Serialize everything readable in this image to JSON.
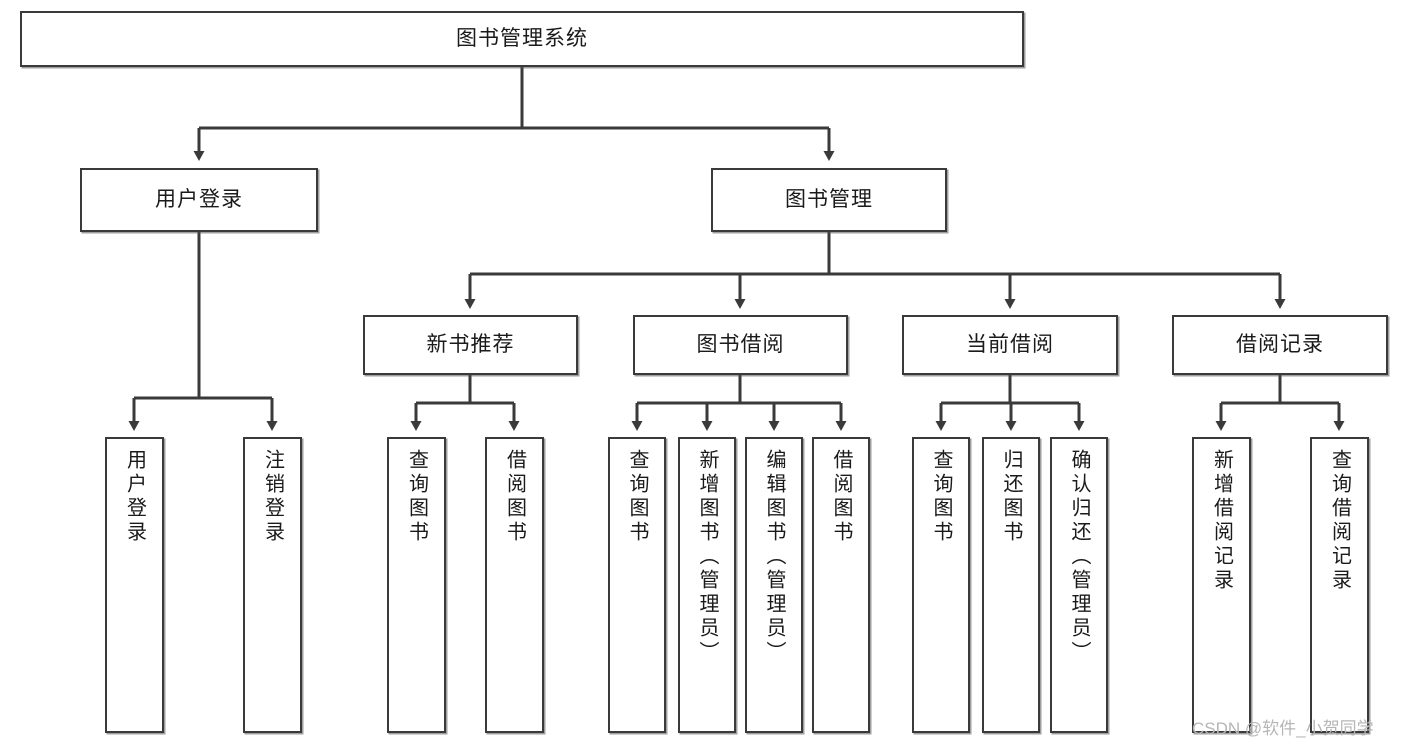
{
  "diagram": {
    "type": "tree",
    "title": "图书管理系统",
    "watermark": "CSDN @软件_小贺同学",
    "colors": {
      "background": "#ffffff",
      "box_border": "#3a3a3a",
      "box_fill": "#ffffff",
      "connector": "#3a3a3a",
      "text": "#1a1a1a",
      "watermark": "#b6b6b6"
    },
    "root": {
      "label": "图书管理系统",
      "children": [
        {
          "label": "用户登录",
          "children": [
            {
              "label": "用户登录"
            },
            {
              "label": "注销登录"
            }
          ]
        },
        {
          "label": "图书管理",
          "children": [
            {
              "label": "新书推荐",
              "children": [
                {
                  "label": "查询图书"
                },
                {
                  "label": "借阅图书"
                }
              ]
            },
            {
              "label": "图书借阅",
              "children": [
                {
                  "label": "查询图书"
                },
                {
                  "label": "新增图书（管理员）"
                },
                {
                  "label": "编辑图书（管理员）"
                },
                {
                  "label": "借阅图书"
                }
              ]
            },
            {
              "label": "当前借阅",
              "children": [
                {
                  "label": "查询图书"
                },
                {
                  "label": "归还图书"
                },
                {
                  "label": "确认归还（管理员）"
                }
              ]
            },
            {
              "label": "借阅记录",
              "children": [
                {
                  "label": "新增借阅记录"
                },
                {
                  "label": "查询借阅记录"
                }
              ]
            }
          ]
        }
      ]
    },
    "nodes": {
      "root": {
        "label": "图书管理系统"
      },
      "l1": [
        {
          "label": "用户登录"
        },
        {
          "label": "图书管理"
        }
      ],
      "l2": [
        {
          "label": "新书推荐"
        },
        {
          "label": "图书借阅"
        },
        {
          "label": "当前借阅"
        },
        {
          "label": "借阅记录"
        }
      ],
      "login_leaves": [
        {
          "label": "用户登录"
        },
        {
          "label": "注销登录"
        }
      ],
      "newbook_leaves": [
        {
          "label": "查询图书"
        },
        {
          "label": "借阅图书"
        }
      ],
      "borrow_leaves": [
        {
          "label": "查询图书"
        },
        {
          "label": "新增图书（管理员）"
        },
        {
          "label": "编辑图书（管理员）"
        },
        {
          "label": "借阅图书"
        }
      ],
      "current_leaves": [
        {
          "label": "查询图书"
        },
        {
          "label": "归还图书"
        },
        {
          "label": "确认归还（管理员）"
        }
      ],
      "record_leaves": [
        {
          "label": "新增借阅记录"
        },
        {
          "label": "查询借阅记录"
        }
      ]
    }
  }
}
